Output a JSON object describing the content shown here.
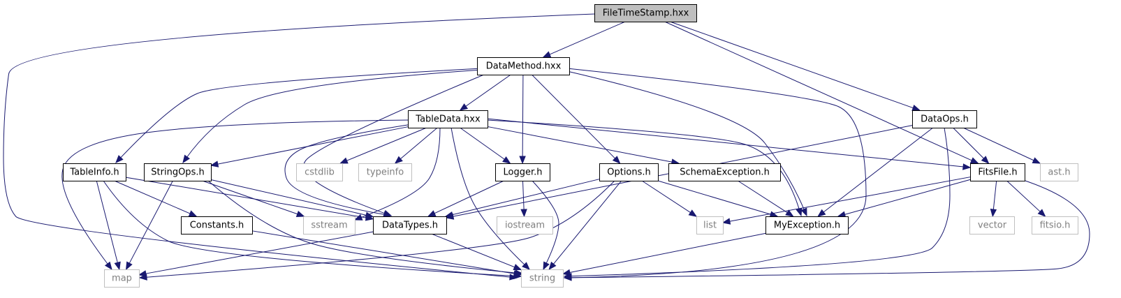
{
  "diagram": {
    "colors": {
      "edge": "#191970",
      "root_fill": "#bfbfbf",
      "box_stroke": "#000000",
      "external_stroke": "#bfbfbf",
      "external_text": "#7f7f7f",
      "text": "#000000"
    },
    "nodes": [
      {
        "id": "filetimestamp",
        "label": "FileTimeStamp.hxx",
        "kind": "root"
      },
      {
        "id": "datamethod",
        "label": "DataMethod.hxx",
        "kind": "file"
      },
      {
        "id": "tabledata",
        "label": "TableData.hxx",
        "kind": "file"
      },
      {
        "id": "dataops",
        "label": "DataOps.h",
        "kind": "file"
      },
      {
        "id": "tableinfo",
        "label": "TableInfo.h",
        "kind": "file"
      },
      {
        "id": "stringops",
        "label": "StringOps.h",
        "kind": "file"
      },
      {
        "id": "cstdlib",
        "label": "cstdlib",
        "kind": "system"
      },
      {
        "id": "typeinfo",
        "label": "typeinfo",
        "kind": "system"
      },
      {
        "id": "logger",
        "label": "Logger.h",
        "kind": "file"
      },
      {
        "id": "options",
        "label": "Options.h",
        "kind": "file"
      },
      {
        "id": "schemaexception",
        "label": "SchemaException.h",
        "kind": "file"
      },
      {
        "id": "fitsfile",
        "label": "FitsFile.h",
        "kind": "file"
      },
      {
        "id": "asth",
        "label": "ast.h",
        "kind": "system"
      },
      {
        "id": "constants",
        "label": "Constants.h",
        "kind": "file"
      },
      {
        "id": "sstream",
        "label": "sstream",
        "kind": "system"
      },
      {
        "id": "datatypes",
        "label": "DataTypes.h",
        "kind": "file"
      },
      {
        "id": "iostream",
        "label": "iostream",
        "kind": "system"
      },
      {
        "id": "list",
        "label": "list",
        "kind": "system"
      },
      {
        "id": "myexception",
        "label": "MyException.h",
        "kind": "file"
      },
      {
        "id": "vector",
        "label": "vector",
        "kind": "system"
      },
      {
        "id": "fitsio",
        "label": "fitsio.h",
        "kind": "system"
      },
      {
        "id": "map",
        "label": "map",
        "kind": "system"
      },
      {
        "id": "string",
        "label": "string",
        "kind": "system"
      }
    ],
    "edges": [
      {
        "from": "filetimestamp",
        "to": "datamethod"
      },
      {
        "from": "filetimestamp",
        "to": "dataops"
      },
      {
        "from": "filetimestamp",
        "to": "fitsfile"
      },
      {
        "from": "filetimestamp",
        "to": "string"
      },
      {
        "from": "datamethod",
        "to": "tabledata"
      },
      {
        "from": "datamethod",
        "to": "tableinfo"
      },
      {
        "from": "datamethod",
        "to": "stringops"
      },
      {
        "from": "datamethod",
        "to": "logger"
      },
      {
        "from": "datamethod",
        "to": "options"
      },
      {
        "from": "datamethod",
        "to": "datatypes"
      },
      {
        "from": "datamethod",
        "to": "myexception"
      },
      {
        "from": "datamethod",
        "to": "string"
      },
      {
        "from": "tabledata",
        "to": "stringops"
      },
      {
        "from": "tabledata",
        "to": "cstdlib"
      },
      {
        "from": "tabledata",
        "to": "typeinfo"
      },
      {
        "from": "tabledata",
        "to": "logger"
      },
      {
        "from": "tabledata",
        "to": "schemaexception"
      },
      {
        "from": "tabledata",
        "to": "fitsfile"
      },
      {
        "from": "tabledata",
        "to": "myexception"
      },
      {
        "from": "tabledata",
        "to": "datatypes"
      },
      {
        "from": "tabledata",
        "to": "sstream"
      },
      {
        "from": "tabledata",
        "to": "map"
      },
      {
        "from": "tabledata",
        "to": "string"
      },
      {
        "from": "dataops",
        "to": "fitsfile"
      },
      {
        "from": "dataops",
        "to": "asth"
      },
      {
        "from": "dataops",
        "to": "datatypes"
      },
      {
        "from": "dataops",
        "to": "myexception"
      },
      {
        "from": "dataops",
        "to": "string"
      },
      {
        "from": "tableinfo",
        "to": "constants"
      },
      {
        "from": "tableinfo",
        "to": "datatypes"
      },
      {
        "from": "tableinfo",
        "to": "map"
      },
      {
        "from": "tableinfo",
        "to": "string"
      },
      {
        "from": "stringops",
        "to": "datatypes"
      },
      {
        "from": "stringops",
        "to": "sstream"
      },
      {
        "from": "stringops",
        "to": "map"
      },
      {
        "from": "stringops",
        "to": "string"
      },
      {
        "from": "logger",
        "to": "datatypes"
      },
      {
        "from": "logger",
        "to": "iostream"
      },
      {
        "from": "logger",
        "to": "string"
      },
      {
        "from": "options",
        "to": "datatypes"
      },
      {
        "from": "options",
        "to": "list"
      },
      {
        "from": "options",
        "to": "myexception"
      },
      {
        "from": "options",
        "to": "map"
      },
      {
        "from": "options",
        "to": "string"
      },
      {
        "from": "schemaexception",
        "to": "myexception"
      },
      {
        "from": "fitsfile",
        "to": "list"
      },
      {
        "from": "fitsfile",
        "to": "myexception"
      },
      {
        "from": "fitsfile",
        "to": "vector"
      },
      {
        "from": "fitsfile",
        "to": "fitsio"
      },
      {
        "from": "fitsfile",
        "to": "string"
      },
      {
        "from": "constants",
        "to": "string"
      },
      {
        "from": "datatypes",
        "to": "map"
      },
      {
        "from": "datatypes",
        "to": "string"
      },
      {
        "from": "myexception",
        "to": "string"
      }
    ]
  }
}
